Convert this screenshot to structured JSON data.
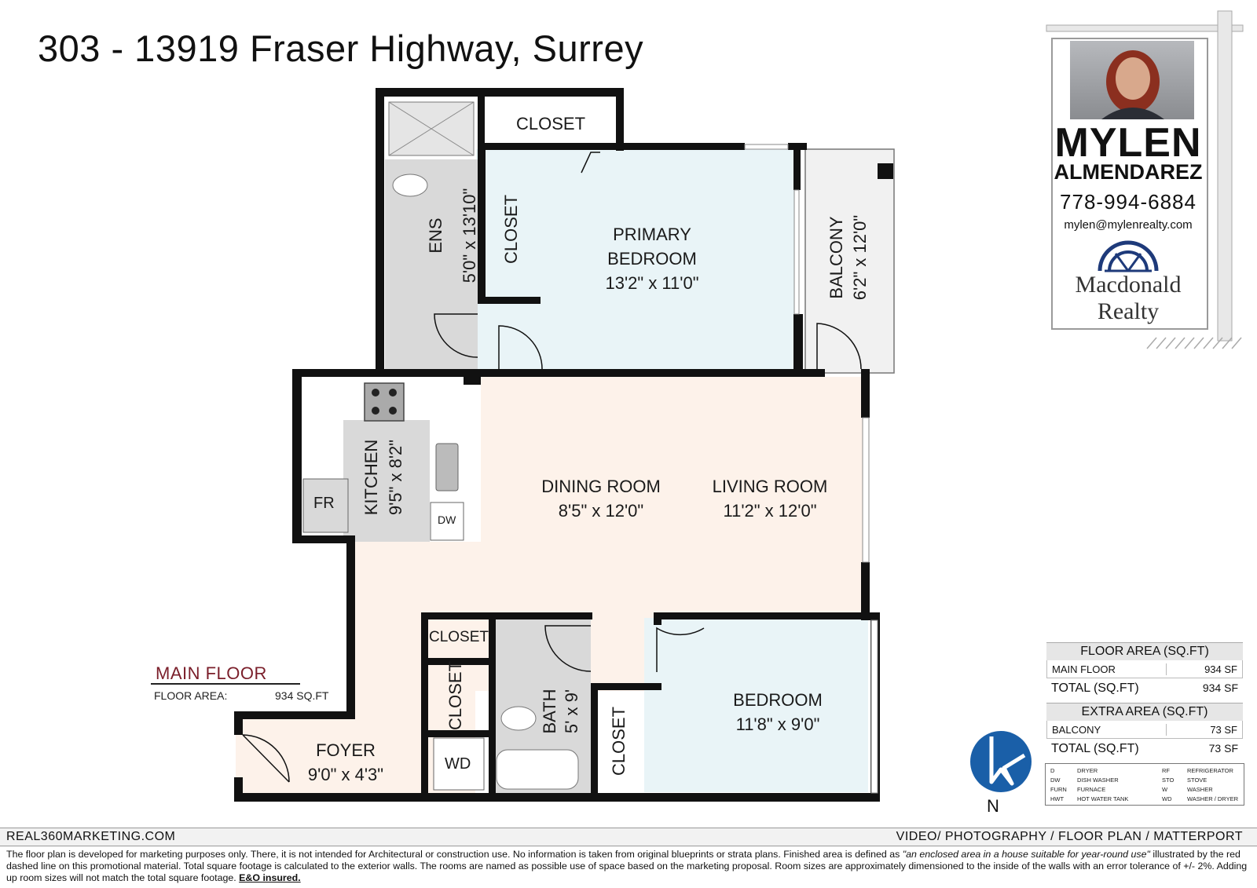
{
  "title": "303 - 13919 Fraser Highway, Surrey",
  "rooms": {
    "closet_top": "CLOSET",
    "closet_left": "CLOSET",
    "ens_name": "ENS",
    "ens_size": "5'0\" x 13'10\"",
    "primary_name_1": "PRIMARY",
    "primary_name_2": "BEDROOM",
    "primary_size": "13'2\" x 11'0\"",
    "balcony_name": "BALCONY",
    "balcony_size": "6'2\" x 12'0\"",
    "kitchen_name": "KITCHEN",
    "kitchen_size": "9'5\" x 8'2\"",
    "fr": "FR",
    "dw": "DW",
    "dining_name": "DINING ROOM",
    "dining_size": "8'5\" x 12'0\"",
    "living_name": "LIVING ROOM",
    "living_size": "11'2\" x 12'0\"",
    "closet_hall_1": "CLOSET",
    "closet_hall_2": "CLOSET",
    "bath_name": "BATH",
    "bath_size": "5' x 9'",
    "wd": "WD",
    "foyer_name": "FOYER",
    "foyer_size": "9'0\" x 4'3\"",
    "closet_bedroom": "CLOSET",
    "bedroom_name": "BEDROOM",
    "bedroom_size": "11'8\" x 9'0\""
  },
  "main_floor": {
    "label": "MAIN FLOOR",
    "area_label": "FLOOR AREA:",
    "area_value": "934 SQ.FT"
  },
  "agent": {
    "name_first": "MYLEN",
    "name_last": "ALMENDAREZ",
    "phone": "778-994-6884",
    "email": "mylen@mylenrealty.com",
    "brokerage_1": "Macdonald",
    "brokerage_2": "Realty",
    "brand_color": "#1e3a7a"
  },
  "floor_area_table": {
    "heading": "FLOOR AREA (SQ.FT)",
    "row_label": "MAIN FLOOR",
    "row_value": "934 SF",
    "total_label": "TOTAL (SQ.FT)",
    "total_value": "934 SF"
  },
  "extra_area_table": {
    "heading": "EXTRA AREA (SQ.FT)",
    "row_label": "BALCONY",
    "row_value": "73 SF",
    "total_label": "TOTAL (SQ.FT)",
    "total_value": "73 SF"
  },
  "legend": {
    "d_code": "D",
    "d_text": "DRYER",
    "dw_code": "DW",
    "dw_text": "DISH WASHER",
    "furn_code": "FURN",
    "furn_text": "FURNACE",
    "hwt_code": "HWT",
    "hwt_text": "HOT WATER TANK",
    "rf_code": "RF",
    "rf_text": "REFRIGERATOR",
    "sto_code": "STO",
    "sto_text": "STOVE",
    "w_code": "W",
    "w_text": "WASHER",
    "wd_code": "WD",
    "wd_text": "WASHER / DRYER"
  },
  "north": {
    "label": "N",
    "icon": "compass-north-icon",
    "color": "#1a5fa8"
  },
  "colors": {
    "wall": "#111111",
    "bedroom_fill": "#e9f4f7",
    "living_fill": "#fdf2ea",
    "wet_fill": "#d9d9d9",
    "balcony_fill": "#f1f1f1"
  },
  "footer": {
    "left": "REAL360MARKETING.COM",
    "right": "VIDEO/ PHOTOGRAPHY / FLOOR PLAN / MATTERPORT",
    "disclaimer_1": "The floor plan is developed for marketing purposes only. There, it is not intended for Architectural or construction use. No information is  taken from original blueprints or strata plans. Finished area is defined as ",
    "disclaimer_quote": "\"an enclosed area in a house suitable for year-round use\"",
    "disclaimer_2": " illustrated by the red dashed line on this promotional material. Total square footage is calculated to the exterior walls. The rooms are named as possible use of space based on the marketing proposal. Room sizes are approximately dimensioned to the inside of the walls with an error tolerance of +/- 2%. Adding up room sizes will not match the total square footage. ",
    "disclaimer_bold": "E&O insured."
  }
}
